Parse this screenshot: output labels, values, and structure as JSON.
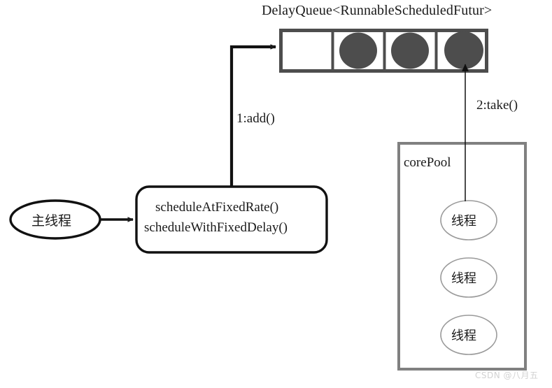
{
  "diagram": {
    "title": "DelayQueue<RunnableScheduledFutur>",
    "queue": {
      "label": "DelayQueue<RunnableScheduledFutur>",
      "cells": [
        {
          "index": 0,
          "filled": false
        },
        {
          "index": 1,
          "filled": true
        },
        {
          "index": 2,
          "filled": true
        },
        {
          "index": 3,
          "filled": true
        }
      ],
      "cell_fill_color": "#4d4d4d",
      "border_color": "#4d4d4d"
    },
    "main_thread": {
      "label": "主线程"
    },
    "scheduler_box": {
      "line1": "scheduleAtFixedRate()",
      "line2": "scheduleWithFixedDelay()"
    },
    "edges": [
      {
        "name": "main-to-scheduler",
        "label": ""
      },
      {
        "name": "scheduler-to-queue",
        "label": "1:add()"
      },
      {
        "name": "pool-to-queue",
        "label": "2:take()"
      }
    ],
    "core_pool": {
      "label": "corePool",
      "border_color": "#808080",
      "threads": [
        {
          "label": "线程"
        },
        {
          "label": "线程"
        },
        {
          "label": "线程"
        }
      ]
    },
    "watermark": "CSDN @八月五"
  }
}
